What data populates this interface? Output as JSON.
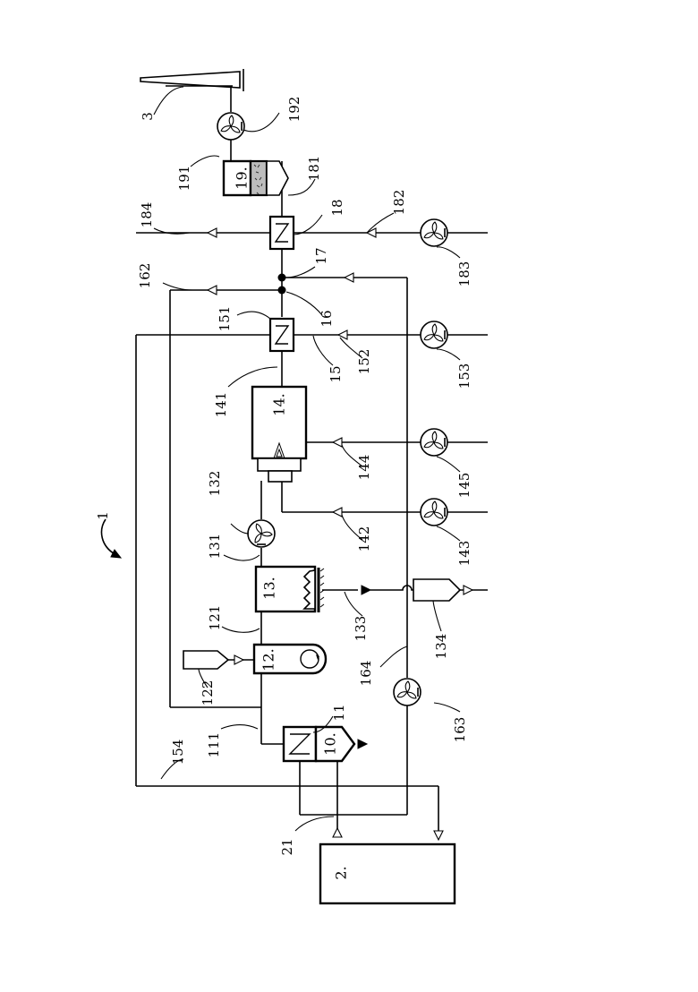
{
  "figure": {
    "system_ref": "1",
    "units": {
      "u2": "2.",
      "u10": "10.",
      "u12": "12.",
      "u13": "13.",
      "u14": "14.",
      "u19": "19."
    },
    "labels": {
      "l3": "3",
      "l11": "11",
      "l15": "15",
      "l16": "16",
      "l17": "17",
      "l18": "18",
      "l21": "21",
      "l111": "111",
      "l121": "121",
      "l122": "122",
      "l131": "131",
      "l132": "132",
      "l133": "133",
      "l134": "134",
      "l141": "141",
      "l142": "142",
      "l143": "143",
      "l144": "144",
      "l145": "145",
      "l151": "151",
      "l152": "152",
      "l153": "153",
      "l154": "154",
      "l162": "162",
      "l163": "163",
      "l164": "164",
      "l181": "181",
      "l182": "182",
      "l183": "183",
      "l184": "184",
      "l191": "191",
      "l192": "192"
    }
  }
}
